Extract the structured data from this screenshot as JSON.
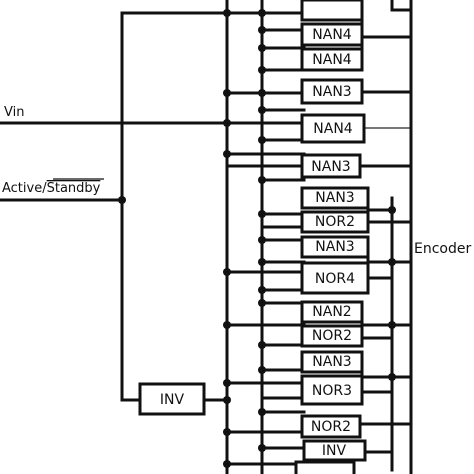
{
  "signals": {
    "vin": "Vin",
    "active": "Active/",
    "standby": "Standby"
  },
  "blocks": {
    "inv_main": "INV",
    "encoder": "Encoder"
  },
  "gates": [
    "NAN4",
    "NAN4",
    "NAN3",
    "NAN4",
    "NAN3",
    "NAN3",
    "NOR2",
    "NAN3",
    "NOR4",
    "NAN2",
    "NOR2",
    "NAN3",
    "NOR3",
    "NOR2",
    "INV"
  ]
}
